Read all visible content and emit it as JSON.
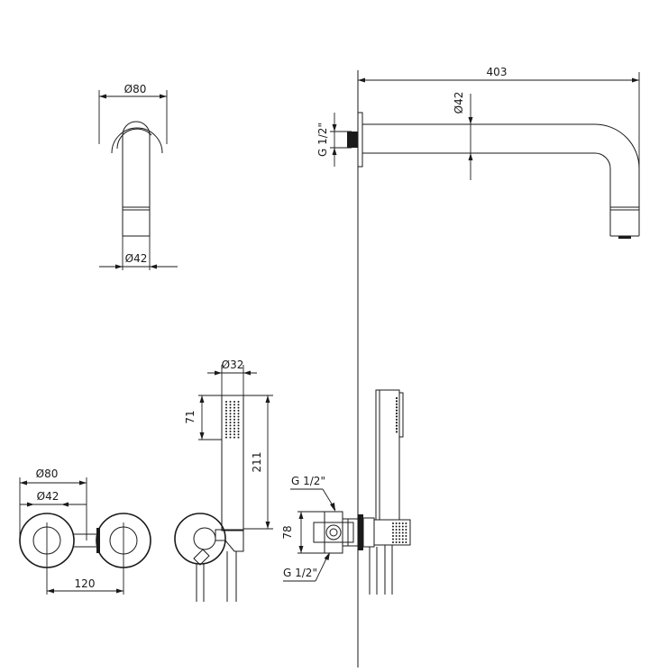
{
  "dimensions": {
    "spout_top_outer_dia": "Ø80",
    "spout_top_pipe_dia": "Ø42",
    "spout_length": "403",
    "spout_side_pipe_dia": "Ø42",
    "spout_thread": "G 1/2\"",
    "handle_outer_dia": "Ø80",
    "handle_inner_dia": "Ø42",
    "handle_spacing": "120",
    "hand_shower_dia": "Ø32",
    "hand_shower_head_len": "71",
    "hand_shower_len": "211",
    "valve_thread_top": "G 1/2\"",
    "valve_height": "78",
    "valve_thread_bottom": "G 1/2\""
  }
}
